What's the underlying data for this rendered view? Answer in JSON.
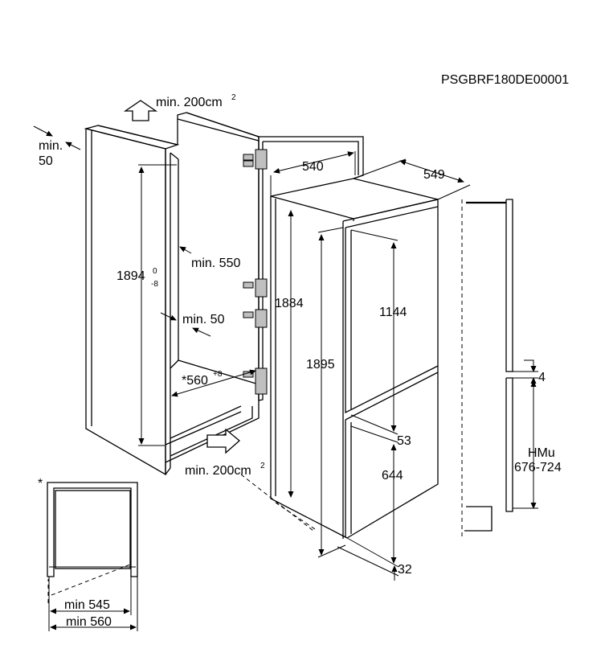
{
  "code": "PSGBRF180DE00001",
  "labels": {
    "vent_top": "min. 200cm",
    "vent_top_sup": "2",
    "vent_bottom": "min. 200cm",
    "vent_bottom_sup": "2",
    "min50_a": "min.",
    "min50_b": "50",
    "min550": "min. 550",
    "min50_inner": "min. 50",
    "height_niche": "1894",
    "height_niche_sup": "0",
    "height_niche_sub": "-8",
    "width_niche": "*560",
    "width_niche_sup": "+8",
    "dim_540": "540",
    "dim_549": "549",
    "dim_1884": "1884",
    "dim_1895": "1895",
    "dim_1144": "1144",
    "dim_53": "53",
    "dim_644": "644",
    "dim_32": "32",
    "dim_4": "4",
    "hmu": "HMu",
    "hmu_range": "676-724",
    "star": "*",
    "min545": "min 545",
    "min560": "min 560"
  },
  "icons": [
    "arrow-up-icon",
    "arrow-right-icon",
    "hinge-icon"
  ]
}
